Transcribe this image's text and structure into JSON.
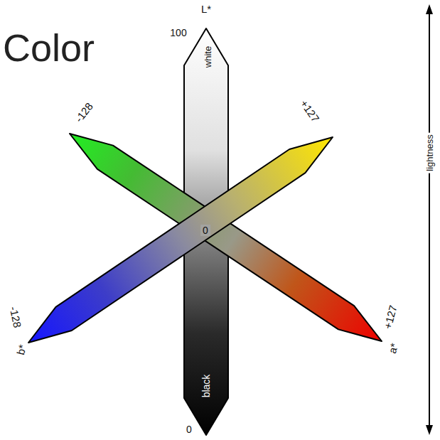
{
  "diagram": {
    "title": "Color",
    "labels": [
      "L*",
      "100",
      "white",
      "-128",
      "+127",
      "0",
      "lightness",
      "-128",
      "b*",
      "+127",
      "a*",
      "black",
      "0"
    ]
  }
}
